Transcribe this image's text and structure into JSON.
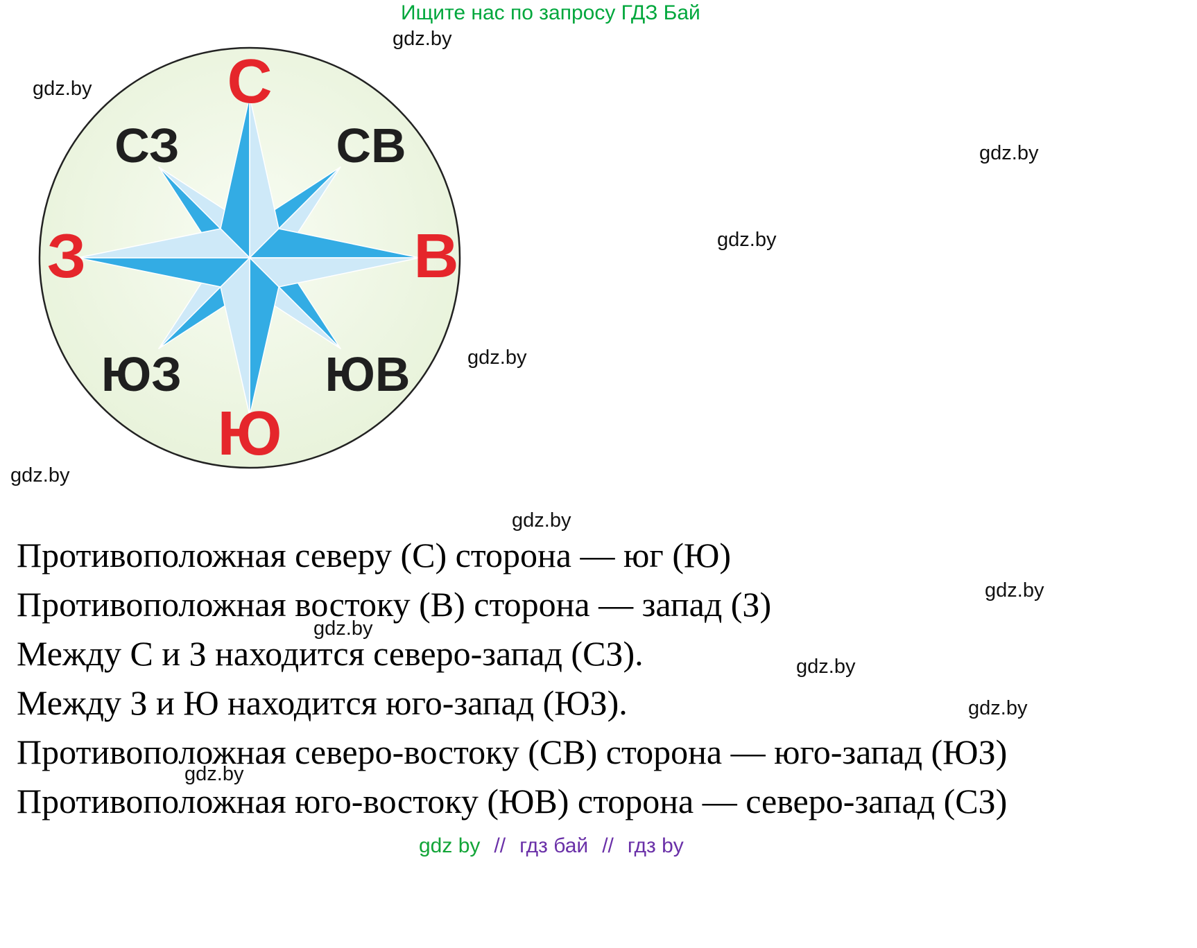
{
  "header": {
    "promo": "Ищите нас по запросу ГДЗ Бай"
  },
  "watermark": "gdz.by",
  "compass": {
    "north": "С",
    "east": "В",
    "south": "Ю",
    "west": "З",
    "northwest": "СЗ",
    "northeast": "СВ",
    "southwest": "ЮЗ",
    "southeast": "ЮВ",
    "colors": {
      "cardinal_label": "#e5262b",
      "intercardinal_label": "#1f1f1f",
      "ray_dark": "#33ace4",
      "ray_light": "#cee9f8",
      "circle_fill": "#eef6e2",
      "circle_stroke": "#222222"
    }
  },
  "body": [
    "Противоположная северу (С) сторона — юг (Ю)",
    "Противоположная востоку (В) сторона — запад (З)",
    "Между С и З находится северо-запад (СЗ).",
    "Между З и Ю находится юго-запад (ЮЗ).",
    "Противоположная северо-востоку (СВ) сторона — юго-запад (ЮЗ)",
    "Противоположная юго-востоку (ЮВ) сторона — северо-запад (СЗ)"
  ],
  "footer": {
    "p1": "gdz by",
    "sep1": "//",
    "p2": "гдз бай",
    "sep2": "//",
    "p3": "гдз by"
  }
}
